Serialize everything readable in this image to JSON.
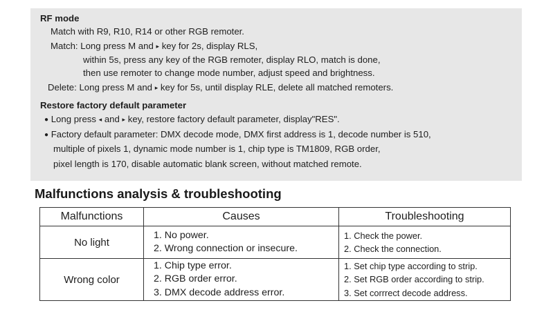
{
  "rf_mode": {
    "heading": "RF mode",
    "line1": "Match with R9, R10, R14 or other RGB remoter.",
    "match_a": "Match: Long press M and",
    "match_b": "key for 2s, display RLS,",
    "line3": "within 5s, press any key of the RGB remoter, display RLO, match is done,",
    "line4": "then use remoter to change mode number, adjust speed and brightness.",
    "delete_a": "Delete: Long press M and",
    "delete_b": "key for 5s, until display RLE, delete all matched remoters."
  },
  "restore": {
    "heading": "Restore factory default parameter",
    "b1_a": "Long press",
    "b1_b": "and",
    "b1_c": "key, restore factory default parameter, display\"RES\".",
    "b2_l1": "Factory default parameter: DMX decode mode, DMX first address is 1, decode number is 510,",
    "b2_l2": "multiple of pixels 1, dynamic mode number is 1, chip type is TM1809, RGB order,",
    "b2_l3": "pixel length is 170, disable automatic blank screen, without matched remote."
  },
  "icons": {
    "right": "▸",
    "left": "◂",
    "bullet": "●"
  },
  "section_title": "Malfunctions analysis & troubleshooting",
  "table": {
    "headers": [
      "Malfunctions",
      "Causes",
      "Troubleshooting"
    ],
    "rows": [
      {
        "malfunction": "No light",
        "causes": [
          "1. No power.",
          "2. Wrong connection or insecure."
        ],
        "fixes": [
          "1. Check the power.",
          "2. Check the connection."
        ]
      },
      {
        "malfunction": "Wrong color",
        "causes": [
          "1. Chip type error.",
          "2. RGB order error.",
          "3. DMX decode address error."
        ],
        "fixes": [
          "1. Set chip type according to strip.",
          "2. Set RGB order according to strip.",
          "3. Set corrrect decode address."
        ]
      }
    ]
  }
}
